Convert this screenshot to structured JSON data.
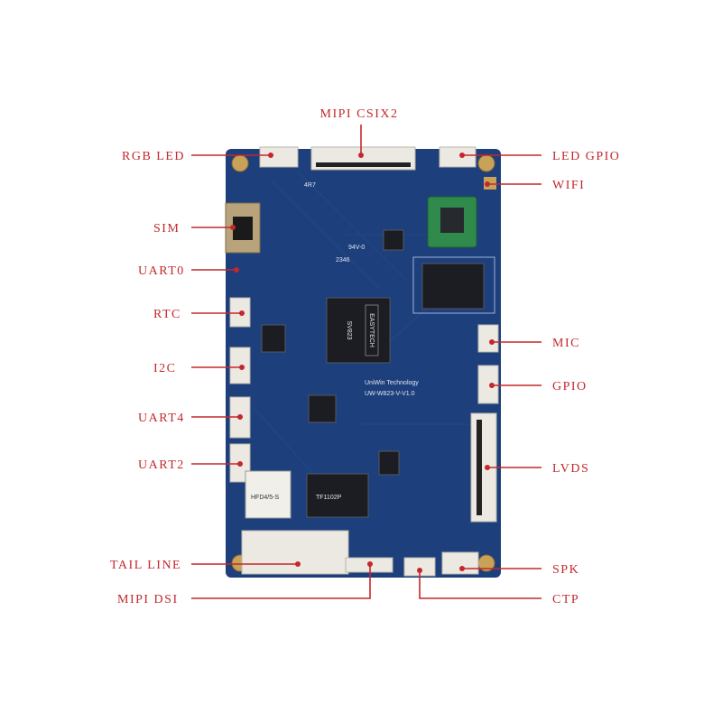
{
  "labels": {
    "mipi_csi": "MIPI CSIX2",
    "rgb_led": "RGB LED",
    "led_gpio": "LED GPIO",
    "wifi": "WIFI",
    "sim": "SIM",
    "uart0": "UART0",
    "rtc": "RTC",
    "mic": "MIC",
    "i2c": "I2C",
    "gpio": "GPIO",
    "uart4": "UART4",
    "uart2": "UART2",
    "lvds": "LVDS",
    "tail_line": "TAIL LINE",
    "spk": "SPK",
    "mipi_dsi": "MIPI DSI",
    "ctp": "CTP"
  },
  "board": {
    "soc_text": "SV823",
    "soc_brand": "EASYTECH",
    "board_brand": "UniWin Technology",
    "board_model": "UW-W823-V-V1.0",
    "ul_mark": "94V-0",
    "date_code": "2346",
    "relay_text": "HFD4/5-S",
    "transformer_text": "TF1102P",
    "inductor_text": "4R7",
    "colors": {
      "pcb": "#1d3f7c",
      "label": "#c4282c"
    }
  }
}
